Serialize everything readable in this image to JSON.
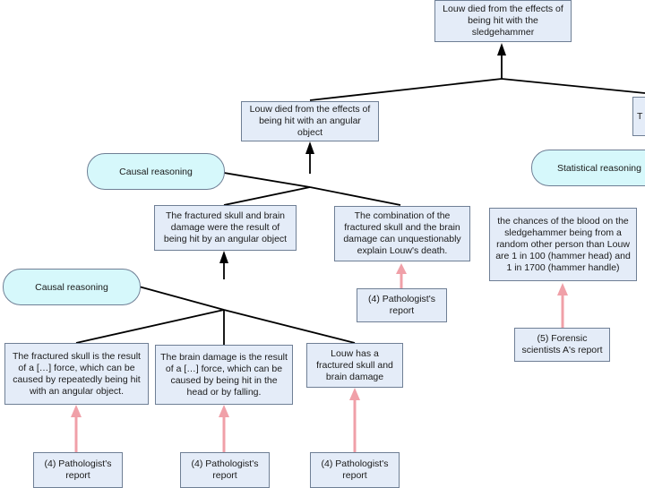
{
  "nodes": {
    "root": "Louw died from the effects of being hit with the sledgehammer",
    "angular": "Louw died from the effects of being hit with an angular object",
    "right_cut": "T b",
    "fractured": "The fractured skull and brain damage were the result of being hit by an angular object",
    "combination": "The combination of the fractured skull and the brain damage can unquestionably explain Louw's death.",
    "chances": "the chances of the blood on the sledgehammer being from a random other person than Louw are 1 in 100 (hammer head) and 1 in 1700 (hammer handle)",
    "skull_force": "The fractured skull is the result of a […] force, which can be caused by repeatedly being hit with an angular object.",
    "brain_force": "The brain damage is the result of a […] force, which can be caused by being hit in the head or by falling.",
    "has_skull": "Louw has a fractured skull and brain damage",
    "path_mid": "(4) Pathologist's report",
    "path_1": "(4) Pathologist's report",
    "path_2": "(4) Pathologist's report",
    "path_3": "(4) Pathologist's report",
    "forensic": "(5) Forensic scientists A's report"
  },
  "schemes": {
    "causal_top": "Causal reasoning",
    "causal_left": "Causal reasoning",
    "statistical": "Statistical reasoning"
  },
  "colors": {
    "node_fill": "#e4ecf8",
    "scheme_fill": "#d6f8fb",
    "support_arrow": "#f0a0a8",
    "line": "#000000"
  }
}
